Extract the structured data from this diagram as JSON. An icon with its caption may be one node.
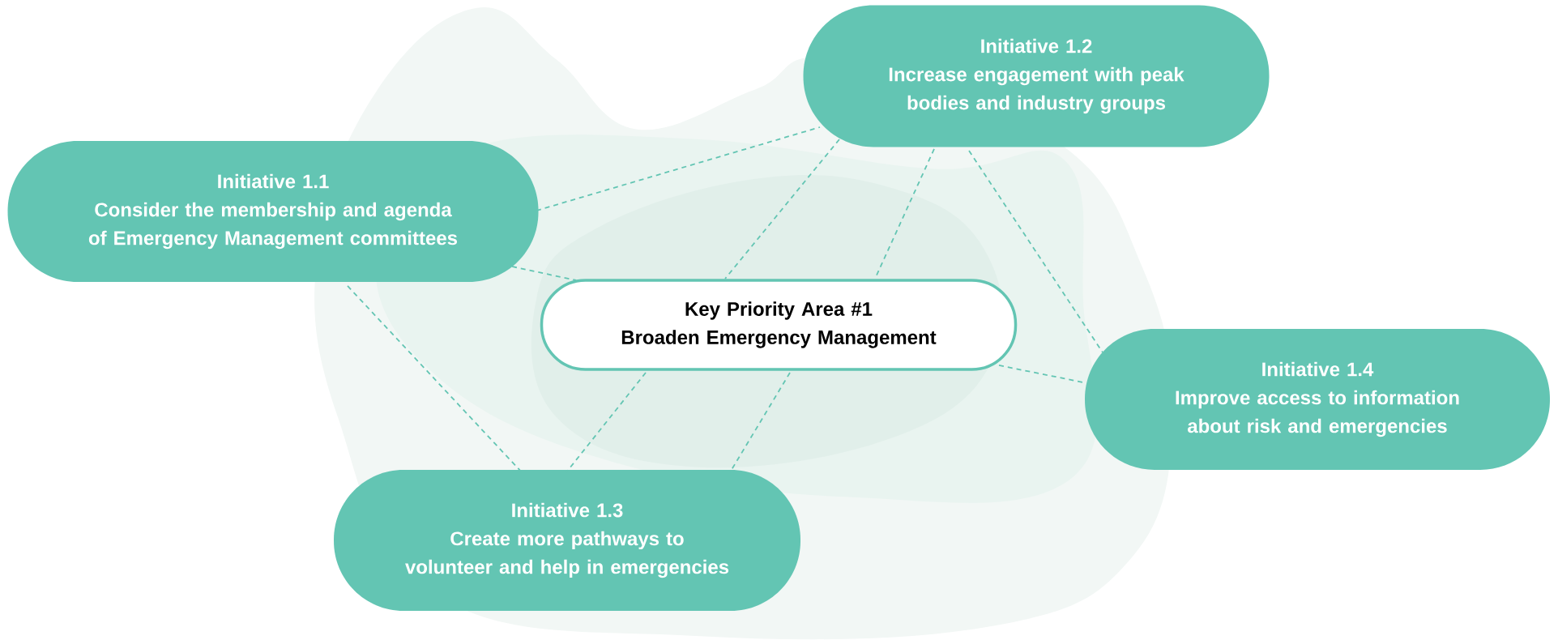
{
  "diagram": {
    "nodes": [
      {
        "text": [
          "Initiative 1.1",
          "Consider the membership and agenda of Emergency Management committees"
        ]
      },
      {
        "text": [
          "Initiative 1.2",
          "Increase engagement with peak bodies and industry groups"
        ]
      },
      {
        "text": [
          "Key Priority Area #1",
          "Broaden Emergency Management"
        ]
      },
      {
        "text": [
          "Initiative 1.3",
          "Create more pathways to volunteer and help in emergencies"
        ]
      },
      {
        "text": [
          "Initiative 1.4",
          "Improve access to information about risk and emergencies"
        ]
      }
    ],
    "edges": [
      {
        "from": 0,
        "to": 1,
        "arrow": "none",
        "style": "dashed"
      },
      {
        "from": 0,
        "to": 2,
        "arrow": "none",
        "style": "dashed"
      },
      {
        "from": 0,
        "to": 3,
        "arrow": "none",
        "style": "dashed"
      },
      {
        "from": 1,
        "to": 2,
        "arrow": "none",
        "style": "dashed"
      },
      {
        "from": 1,
        "to": 2,
        "arrow": "none",
        "style": "dashed"
      },
      {
        "from": 2,
        "to": 3,
        "arrow": "none",
        "style": "dashed"
      },
      {
        "from": 2,
        "to": 3,
        "arrow": "none",
        "style": "dashed"
      },
      {
        "from": 1,
        "to": 4,
        "arrow": "none",
        "style": "dashed"
      },
      {
        "from": 2,
        "to": 4,
        "arrow": "none",
        "style": "dashed"
      }
    ]
  }
}
